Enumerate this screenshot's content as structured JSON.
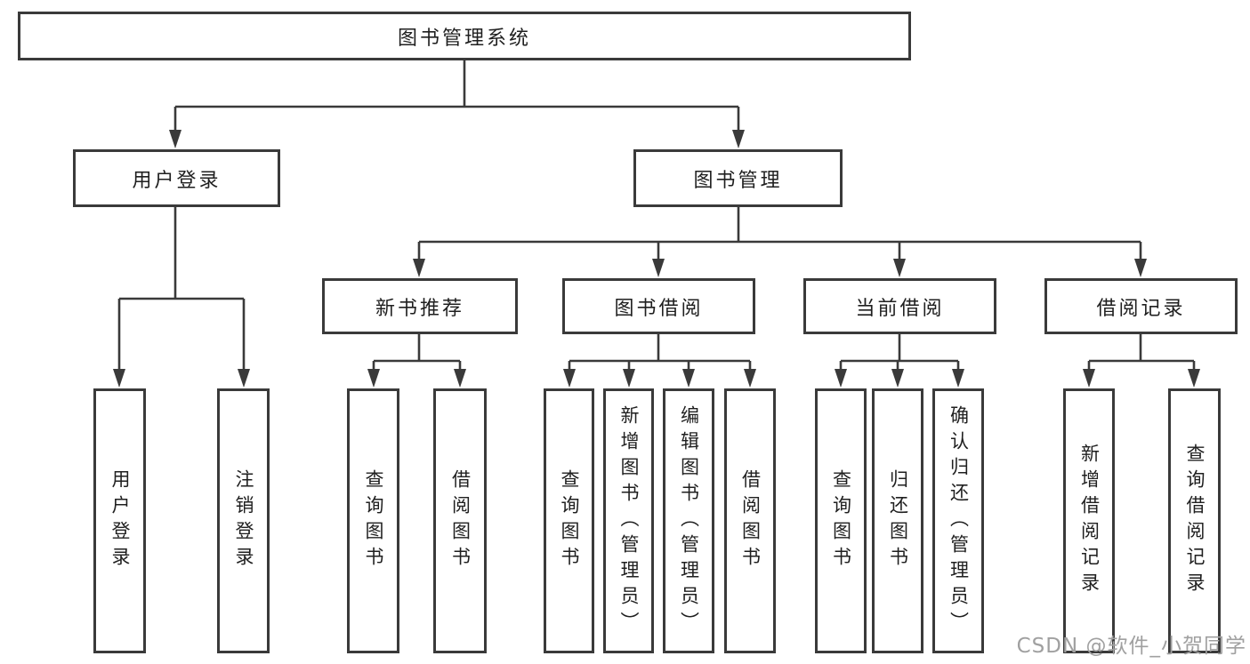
{
  "diagram": {
    "root": {
      "label": "图书管理系统"
    },
    "level2": [
      {
        "label": "用户登录"
      },
      {
        "label": "图书管理"
      }
    ],
    "level3": [
      {
        "label": "新书推荐"
      },
      {
        "label": "图书借阅"
      },
      {
        "label": "当前借阅"
      },
      {
        "label": "借阅记录"
      }
    ],
    "leaves": [
      {
        "label": "用户登录"
      },
      {
        "label": "注销登录"
      },
      {
        "label": "查询图书"
      },
      {
        "label": "借阅图书"
      },
      {
        "label": "查询图书"
      },
      {
        "label": "新增图书（管理员）"
      },
      {
        "label": "编辑图书（管理员）"
      },
      {
        "label": "借阅图书"
      },
      {
        "label": "查询图书"
      },
      {
        "label": "归还图书"
      },
      {
        "label": "确认归还（管理员）"
      },
      {
        "label": "新增借阅记录"
      },
      {
        "label": "查询借阅记录"
      }
    ]
  },
  "watermark": {
    "text": "CSDN @软件_小贺同学"
  },
  "colors": {
    "line": "#3a3a3a",
    "text": "#1f1f1f",
    "background": "#ffffff",
    "watermark": "#a0a0a0"
  }
}
